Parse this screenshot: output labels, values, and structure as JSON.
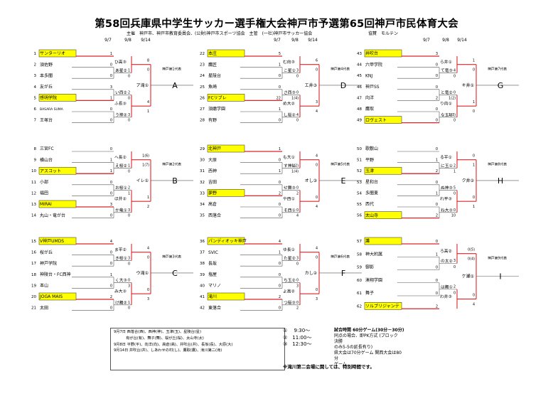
{
  "title": "第58回兵庫県中学生サッカー選手権大会神戸市予選第65回神戸市民体育大会",
  "organizer": "主催　神戸市、神戸市教育委員会、(公財)神戸市スポーツ協会　主管　(一社)神戸市サッカー協会",
  "sponsor": "協賛　モルテン",
  "date_headers": [
    "9/7",
    "9/8",
    "9/14"
  ],
  "blocks": [
    {
      "rep_label": "神戸第1代表",
      "letter": "A",
      "final": "ア滝①",
      "teams": [
        {
          "n": "1",
          "name": "サンターリオ",
          "hl": true
        },
        {
          "n": "2",
          "name": "須佐野"
        },
        {
          "n": "3",
          "name": "本多聞"
        },
        {
          "n": "4",
          "name": "友が丘"
        },
        {
          "n": "5",
          "name": "啓明学院",
          "hl": true
        },
        {
          "n": "6",
          "name": "BASARA SUMA"
        },
        {
          "n": "7",
          "name": "王塚台"
        }
      ],
      "r1": [
        "あ星②",
        "い西②",
        "う神②"
      ],
      "r2": [
        "ひ高③",
        "ふ長③"
      ],
      "scores": [
        "1",
        "0",
        "0",
        "3",
        "1",
        "0",
        "0"
      ],
      "r1s": [
        "1",
        "0",
        "2",
        "0",
        "3",
        "0"
      ],
      "r2s": [
        "8",
        "0",
        "4",
        "1"
      ]
    },
    {
      "rep_label": "神戸第2代表",
      "letter": "B",
      "final": "イレ①",
      "teams": [
        {
          "n": "8",
          "name": "三宮FC"
        },
        {
          "n": "9",
          "name": "横山台"
        },
        {
          "n": "10",
          "name": "アスコット",
          "hl": true
        },
        {
          "n": "11",
          "name": "小部"
        },
        {
          "n": "12",
          "name": "福田"
        },
        {
          "n": "13",
          "name": "MIRAI",
          "hl": true
        },
        {
          "n": "14",
          "name": "丸山・竜が台"
        }
      ],
      "r1": [
        "え桜②",
        "お桜①",
        "か竜①"
      ],
      "r2": [
        "へ長②",
        "ほ井②"
      ],
      "scores": [
        "0",
        "1",
        "1",
        "0",
        "0",
        "3",
        "0"
      ],
      "r1s": [
        "1",
        "0",
        "2",
        "1",
        "3",
        "0"
      ],
      "r2s": [
        "1(6)",
        "1(7)",
        "1",
        "2"
      ]
    },
    {
      "rep_label": "神戸第3代表",
      "letter": "C",
      "final": "ウ滝①",
      "teams": [
        {
          "n": "15",
          "name": "V神戸UMDS",
          "hl": true
        },
        {
          "n": "16",
          "name": "桜が丘"
        },
        {
          "n": "17",
          "name": "神戸学院"
        },
        {
          "n": "18",
          "name": "神陵台・FC西神"
        },
        {
          "n": "19",
          "name": "本山"
        },
        {
          "n": "20",
          "name": "JOGA MAIS",
          "hl": true
        },
        {
          "n": "21",
          "name": "太田"
        }
      ],
      "r1": [
        "き桜①",
        "く大③",
        "け舞②"
      ],
      "r2": [
        "ま平②",
        "み大③"
      ],
      "scores": [
        "4",
        "0",
        "0",
        "1",
        "0",
        "2",
        "0"
      ],
      "r1s": [
        "3",
        "0",
        "0",
        "3",
        "1",
        "0"
      ],
      "r2s": [
        "4",
        "0",
        "0",
        "3"
      ]
    },
    {
      "rep_label": "神戸第4代表",
      "letter": "D",
      "final": "エ井③",
      "teams": [
        {
          "n": "22",
          "name": "本庄",
          "hl": true
        },
        {
          "n": "23",
          "name": "鷹匠"
        },
        {
          "n": "24",
          "name": "星陵台"
        },
        {
          "n": "25",
          "name": "魚崎"
        },
        {
          "n": "26",
          "name": "FCリブレ",
          "hl": true
        },
        {
          "n": "27",
          "name": "須磨学園"
        },
        {
          "n": "28",
          "name": "有野"
        }
      ],
      "r1": [
        "こ星①",
        "さ西③",
        "し桜②"
      ],
      "r2": [
        "む向③",
        "め大②"
      ],
      "scores": [
        "5",
        "1",
        "0",
        "0",
        "22",
        "1",
        "0"
      ],
      "r1s": [
        "3",
        "0",
        "0",
        "1(4)",
        "4",
        "0"
      ],
      "r2s": [
        "6",
        "0",
        "3",
        "4"
      ]
    },
    {
      "rep_label": "神戸第5代表",
      "letter": "E",
      "final": "オし③",
      "teams": [
        {
          "n": "29",
          "name": "北神戸",
          "hl": true
        },
        {
          "n": "30",
          "name": "大原"
        },
        {
          "n": "31",
          "name": "西神"
        },
        {
          "n": "32",
          "name": "吉田"
        },
        {
          "n": "33",
          "name": "夢野",
          "hl": true
        },
        {
          "n": "34",
          "name": "高倉"
        },
        {
          "n": "35",
          "name": "西落合"
        }
      ],
      "r1": [
        "す神①",
        "せ舞③",
        "そ西①"
      ],
      "r2": [
        "も大①",
        "や西①"
      ],
      "scores": [
        "1",
        "0",
        "1",
        "0",
        "2",
        "0",
        "0"
      ],
      "r1s": [
        "1(2)",
        "1(4)",
        "0",
        "2",
        "0",
        "4"
      ],
      "r2s": [
        "4",
        "0",
        "0",
        "4"
      ]
    },
    {
      "rep_label": "神戸第6代表",
      "letter": "F",
      "final": "カし②",
      "teams": [
        {
          "n": "36",
          "name": "パンディオッキ神戸",
          "hl": true
        },
        {
          "n": "37",
          "name": "SVIC"
        },
        {
          "n": "38",
          "name": "長坂"
        },
        {
          "n": "39",
          "name": "塩屋"
        },
        {
          "n": "40",
          "name": "マリノ"
        },
        {
          "n": "41",
          "name": "滝川",
          "hl": true
        },
        {
          "n": "42",
          "name": "東落合"
        }
      ],
      "r1": [
        "た星②",
        "ち玉②",
        "つ桜③"
      ],
      "r2": [
        "ゆ長①",
        "よ高②"
      ],
      "scores": [
        "4",
        "1",
        "0",
        "0",
        "0",
        "2",
        "0"
      ],
      "r1s": [
        "3",
        "0",
        "0",
        "3",
        "0",
        "2"
      ],
      "r2s": [
        "4",
        "0",
        "0",
        "3"
      ]
    },
    {
      "rep_label": "神戸第7代表",
      "letter": "G",
      "final": "キ井①",
      "teams": [
        {
          "n": "43",
          "name": "井吹台",
          "hl": true
        },
        {
          "n": "44",
          "name": "六甲学院"
        },
        {
          "n": "45",
          "name": "KNJ"
        },
        {
          "n": "46",
          "name": "神戸SS"
        },
        {
          "n": "47",
          "name": "向洋"
        },
        {
          "n": "48",
          "name": "鷹取"
        },
        {
          "n": "49",
          "name": "ロヴェスト",
          "hl": true
        }
      ],
      "r1": [
        "て竜③",
        "と竜②",
        "な玉③"
      ],
      "r2": [
        "ら井①",
        "り向①"
      ],
      "scores": [
        "3",
        "0",
        "0",
        "0",
        "2",
        "0",
        "0"
      ],
      "r1s": [
        "4",
        "0",
        "0",
        "1(2)",
        "1(3)",
        "0"
      ],
      "r2s": [
        "1",
        "0",
        "1",
        "0"
      ]
    },
    {
      "rep_label": "神戸第8代表",
      "letter": "H",
      "final": "ク井②",
      "teams": [
        {
          "n": "50",
          "name": "歌敷山"
        },
        {
          "n": "51",
          "name": "平野"
        },
        {
          "n": "52",
          "name": "玉津",
          "hl": true
        },
        {
          "n": "53",
          "name": "星和台"
        },
        {
          "n": "54",
          "name": "多聞東"
        },
        {
          "n": "55",
          "name": "西代"
        },
        {
          "n": "56",
          "name": "太山寺",
          "hl": true
        }
      ],
      "r1": [
        "に玉①",
        "ぬ神③",
        "ね大③"
      ],
      "r2": [
        "る平①",
        "れ平③"
      ],
      "scores": [
        "0",
        "1",
        "2",
        "0",
        "1",
        "0",
        "2"
      ],
      "r1s": [
        "2",
        "1",
        "5",
        "0",
        "0",
        "10"
      ],
      "r2s": [
        "0",
        "1",
        "0",
        "1"
      ]
    },
    {
      "rep_label": "神戸第9代表",
      "letter": "I",
      "final": "ケ瀬①",
      "teams": [
        {
          "n": "57",
          "name": "灘",
          "hl": true
        },
        {
          "n": "58",
          "name": "神大附属"
        },
        {
          "n": "59",
          "name": "御影"
        },
        {
          "n": "60",
          "name": "湊翔学園"
        },
        {
          "n": "61",
          "name": "舞子"
        },
        {
          "n": "62",
          "name": "ソルブリジャンテ",
          "hl": true
        }
      ],
      "r1": [
        "の太②",
        "は舞①"
      ],
      "r2": [
        "ろ高②",
        "わ井③"
      ],
      "scores": [
        "0",
        "1",
        "0",
        "0",
        "0",
        "2"
      ],
      "r1s": [
        "3",
        "0",
        "2",
        "0"
      ],
      "r2s": [
        "0(5)",
        "0(4)",
        "0",
        "4"
      ]
    }
  ],
  "schedule_notes": [
    "9月7日 西落合(西)、西神(神)、玉津(玉)、星陵台(星)",
    "　　　 有が台(有)、舞子(舞)、桜が丘(桜)、太山寺(太)",
    "9月8日 平野(平)、向洋(向)、高倉(高)、井吹台(井)、長坂(長)、大原(大)",
    "9月14日 井吹台(井)、しあわせの村(し)、鷹取(鷹)、滝川第二(滝)"
  ],
  "times": [
    "①　 9:30～",
    "②　11:00～",
    "③　12:30～"
  ],
  "match_info_title": "試合時間 60分ゲーム(30分－30分)",
  "match_info": [
    "同点の場合、即PK方式 (ブロック決勝",
    "のみ5-5の延長有り)",
    "県大会は70分ゲーム 関西大会は80分",
    "ゲーム"
  ],
  "notice": "※滝川第二会場に関しては、特別時間です。"
}
